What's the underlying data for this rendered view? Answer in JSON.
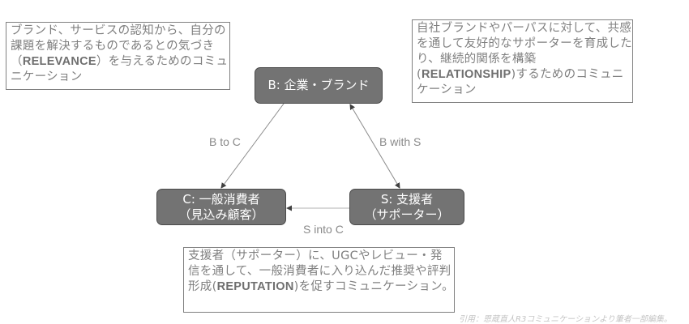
{
  "notes": {
    "relevance": {
      "pre": "ブランド、サービスの認知から、自分の課題を解決するものであるとの気づき（",
      "keyword": "RELEVANCE",
      "post": "）を与えるためのコミュニケーション"
    },
    "relationship": {
      "pre": "自社ブランドやパーパスに対して、共感を通して友好的なサポーターを育成したり、継続的関係を構築(",
      "keyword": "RELATIONSHIP",
      "post": ")するためのコミュニケーション"
    },
    "reputation": {
      "pre": "支援者（サポーター）に、UGCやレビュー・発信を通して、一般消費者に入り込んだ推奨や評判形成(",
      "keyword": "REPUTATION",
      "post": ")を促すコミュニケーション。"
    }
  },
  "nodes": {
    "b": {
      "line1": "B: 企業・ブランド"
    },
    "c": {
      "line1": "C: 一般消費者",
      "line2": "（見込み顧客）"
    },
    "s": {
      "line1": "S: 支援者",
      "line2": "（サポーター）"
    }
  },
  "edges": {
    "b_to_c": "B to C",
    "b_with_s": "B with S",
    "s_into_c": "S into C"
  },
  "citation": "引用：恩蔵直人R3コミュニケーションより筆者一部編集。"
}
